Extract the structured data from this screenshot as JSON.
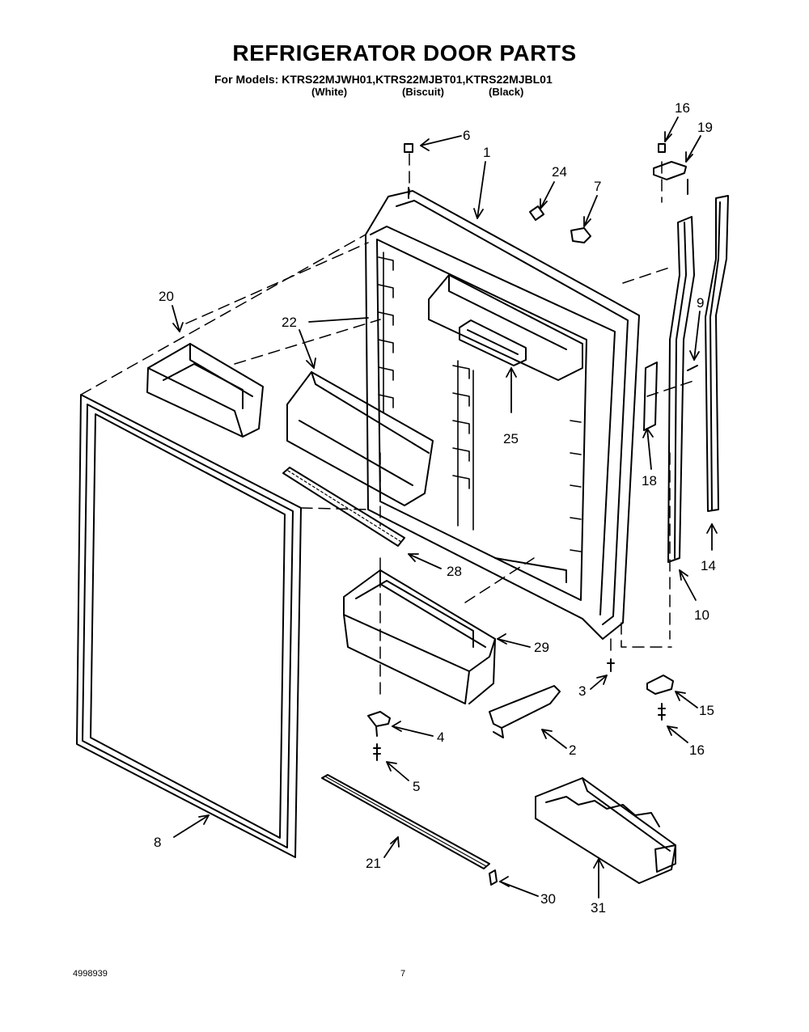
{
  "title": "REFRIGERATOR DOOR PARTS",
  "models_line": "For Models: KTRS22MJWH01,KTRS22MJBT01,KTRS22MJBL01",
  "variants": [
    "(White)",
    "(Biscuit)",
    "(Black)"
  ],
  "footer": {
    "doc_number": "4998939",
    "page_number": "7"
  },
  "callouts": {
    "c1": "1",
    "c2": "2",
    "c3": "3",
    "c4": "4",
    "c5": "5",
    "c6": "6",
    "c7": "7",
    "c8": "8",
    "c9": "9",
    "c10": "10",
    "c14": "14",
    "c15": "15",
    "c16a": "16",
    "c16b": "16",
    "c18": "18",
    "c19": "19",
    "c20": "20",
    "c21": "21",
    "c22": "22",
    "c24": "24",
    "c25": "25",
    "c28": "28",
    "c29": "29",
    "c30": "30",
    "c31": "31"
  }
}
